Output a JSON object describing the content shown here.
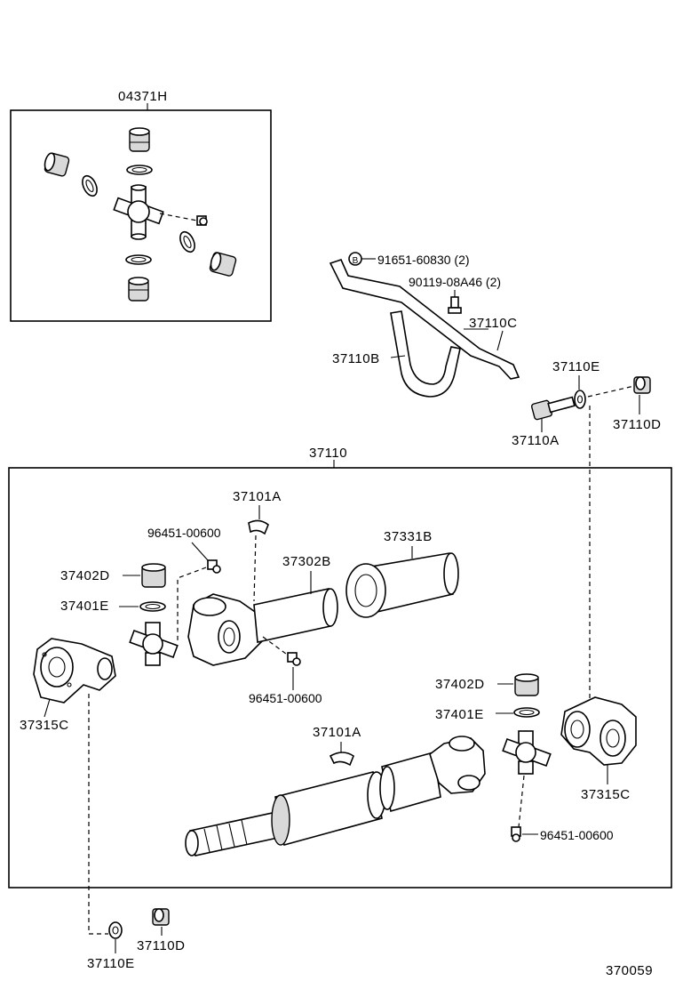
{
  "labels": {
    "kit": "04371H",
    "bolt_b": "91651-60830 (2)",
    "bolt_b_marker": "B",
    "bolt_small": "90119-08A46 (2)",
    "bracket_c": "37110C",
    "bracket_b": "37110B",
    "washer_e_top": "37110E",
    "bolt_a": "37110A",
    "nut_d_top": "37110D",
    "assembly": "37110",
    "balance_weight_1": "37101A",
    "grease_fitting_1": "96451-00600",
    "bearing_cup_1": "37402D",
    "snap_ring_1": "37401E",
    "shaft_tube": "37302B",
    "dust_boot": "37331B",
    "grease_fitting_2": "96451-00600",
    "flange_yoke_1": "37315C",
    "bearing_cup_2": "37402D",
    "snap_ring_2": "37401E",
    "balance_weight_2": "37101A",
    "flange_yoke_2": "37315C",
    "grease_fitting_3": "96451-00600",
    "washer_e_bottom": "37110E",
    "nut_d_bottom": "37110D",
    "diagram_code": "370059"
  }
}
